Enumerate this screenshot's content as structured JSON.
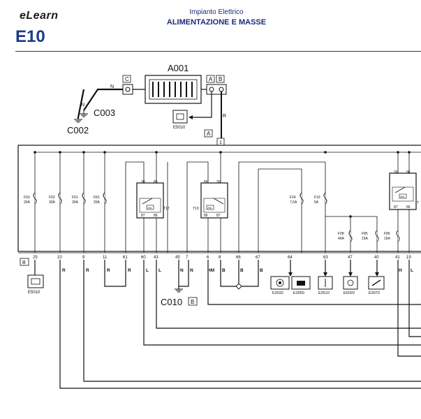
{
  "header": {
    "brand": "eLearn",
    "subtitle": "Impianto Elettrico",
    "title": "ALIMENTAZIONE E MASSE",
    "code": "E10"
  },
  "diagram": {
    "battery_label": "A001",
    "ground_c003": "C003",
    "ground_c002": "C002",
    "ground_c010": "C010",
    "box_c": "C",
    "box_a": "A",
    "box_b": "B",
    "box_a2": "A",
    "box_b2": "B",
    "box_b3": "B",
    "wire_n1": "N",
    "wire_n2": "N",
    "wire_r1": "R",
    "conn_1": "1",
    "e5010_top": "E5010",
    "e5010_bottom": "E5010",
    "fuses": [
      {
        "id": "F03",
        "rating": "20A"
      },
      {
        "id": "F02",
        "rating": "30A"
      },
      {
        "id": "F01",
        "rating": "30A"
      },
      {
        "id": "F81",
        "rating": "20A"
      },
      {
        "id": "F24",
        "rating": "7,5A"
      },
      {
        "id": "F16",
        "rating": "5A"
      },
      {
        "id": "F08",
        "rating": "40A"
      },
      {
        "id": "F85",
        "rating": "15A"
      },
      {
        "id": "F86",
        "rating": "15A"
      }
    ],
    "relays": [
      {
        "id": "T17",
        "pins": [
          "30",
          "85",
          "87",
          "86"
        ],
        "rating": "20A"
      },
      {
        "id": "T19",
        "pins": [
          "85",
          "30",
          "86",
          "87"
        ],
        "rating": "20A"
      },
      {
        "id": "T",
        "pins": [
          "30",
          "86",
          "87",
          "86"
        ],
        "rating": "40A"
      }
    ],
    "pins": [
      "25",
      "10",
      "9",
      "11",
      "61",
      "60",
      "43",
      "45",
      "7",
      "6",
      "8",
      "66",
      "67",
      "64",
      "63",
      "47",
      "40",
      "41",
      "19"
    ],
    "wire_colors": [
      "R",
      "R",
      "R",
      "R",
      "L",
      "L",
      "N",
      "N",
      "HM",
      "B",
      "B",
      "B",
      "H",
      "L"
    ],
    "components": [
      "E3032",
      "E3050",
      "E3510",
      "E6020",
      "E3070"
    ]
  }
}
